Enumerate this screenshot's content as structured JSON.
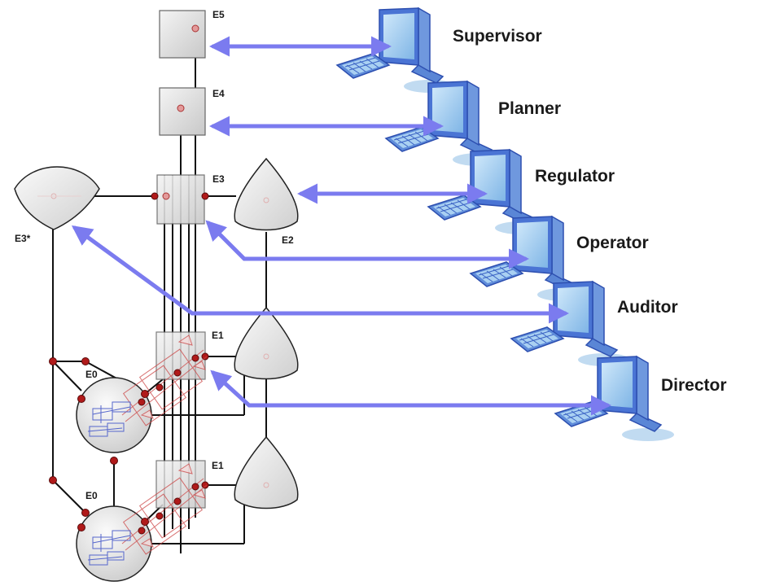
{
  "roles": [
    {
      "label": "Supervisor",
      "icon": "computer-workstation-icon"
    },
    {
      "label": "Planner",
      "icon": "computer-workstation-icon"
    },
    {
      "label": "Regulator",
      "icon": "computer-workstation-icon"
    },
    {
      "label": "Operator",
      "icon": "computer-workstation-icon"
    },
    {
      "label": "Auditor",
      "icon": "computer-workstation-icon"
    },
    {
      "label": "Director",
      "icon": "computer-workstation-icon"
    }
  ],
  "nodes": {
    "e5": "E5",
    "e4": "E4",
    "e3": "E3",
    "e3star": "E3*",
    "e2": "E2",
    "e1_upper": "E1",
    "e1_lower": "E1",
    "e0_upper": "E0",
    "e0_lower": "E0"
  },
  "colors": {
    "arrow": "#7b7bef",
    "connector_dot": "#b01a1a",
    "box_fill": "#d9d9d9",
    "monitor_frame": "#3a5fd0",
    "monitor_screen": "#a9d4f2",
    "schematic": "#cc4444",
    "schematic_blue": "#5566cc"
  }
}
